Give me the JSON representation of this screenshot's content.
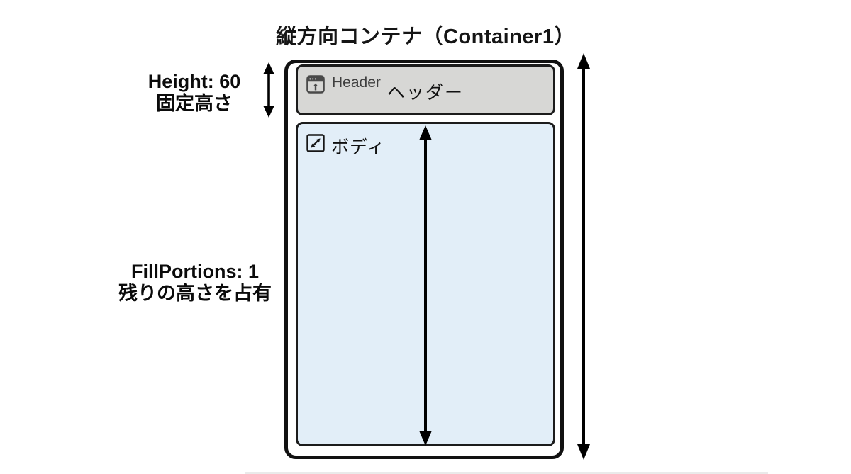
{
  "title": "縦方向コンテナ（Container1）",
  "container": {
    "name": "outer-vertical-container",
    "header": {
      "icon": "window-header-icon",
      "tag": "Header",
      "label": "ヘッダー",
      "fill_color": "#d7d7d5"
    },
    "body": {
      "icon": "expand-diagonal-icon",
      "label": "ボディ",
      "fill_color": "#e2eef8"
    }
  },
  "annotations": {
    "header_height": {
      "line1": "Height: 60",
      "line2": "固定高さ"
    },
    "body_fill": {
      "line1": "FillPortions: 1",
      "line2": "残りの高さを占有"
    }
  },
  "arrows": [
    "header-fixed-height-arrow",
    "body-remaining-height-arrow",
    "container-total-height-arrow"
  ],
  "colors": {
    "background": "#ffffff",
    "container_border": "#111111",
    "header_fill": "#d7d7d5",
    "body_fill": "#e2eef8",
    "box_border": "#1c1c1c",
    "arrow": "#000000",
    "header_tag_text": "#3f3f3f",
    "text": "#111111"
  }
}
